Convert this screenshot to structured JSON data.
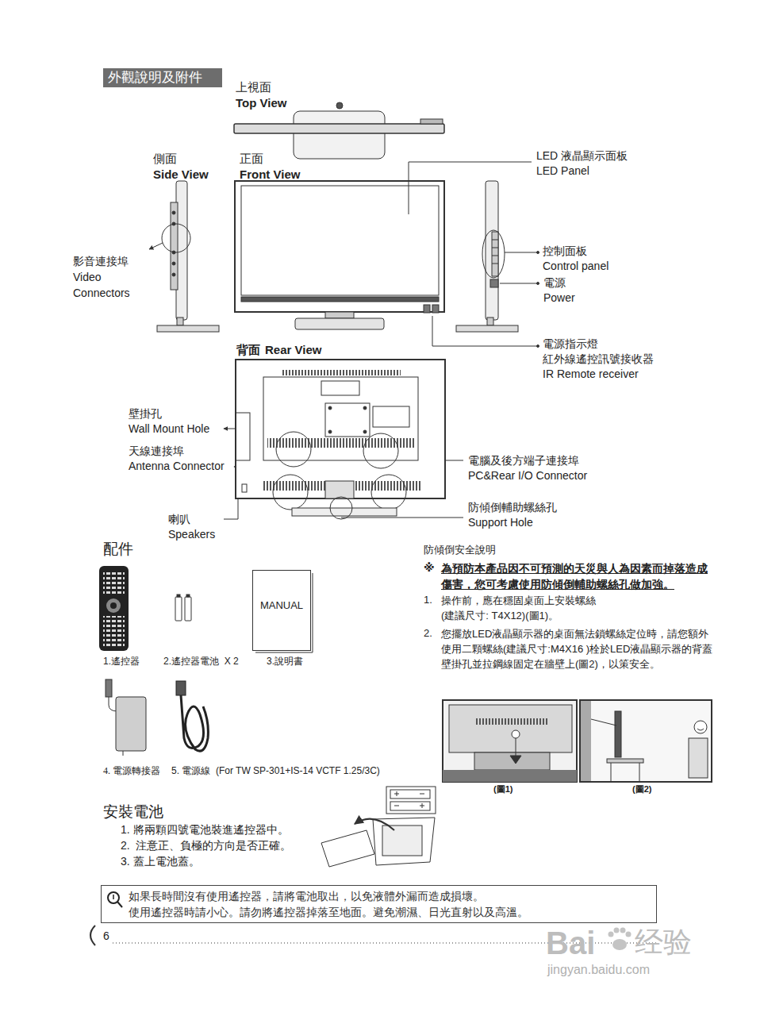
{
  "diagram": {
    "nodes": [
      {
        "text": [
          "外觀說明及附件"
        ]
      },
      {
        "text": [
          "MANUAL"
        ]
      },
      {
        "text": [
          "如果長時間沒有使用遙控器，請將電池取出，以免液體外漏而造成損壞。",
          "使用遙控器時請小心。請勿將遙控器掉落至地面。避免潮濕、日光直射以及高溫。"
        ]
      }
    ],
    "labels": [
      "上視面",
      "Top View",
      "側面",
      "Side View",
      "正面",
      "Front View",
      "LED 液晶顯示面板",
      "LED Panel",
      "影音連接埠",
      "Video Connectors",
      "控制面板",
      "Control panel",
      "電源",
      "Power",
      "電源指示燈",
      "紅外線遙控訊號接收器",
      "IR Remote receiver",
      "背面",
      "Rear View",
      "壁掛孔",
      "Wall Mount Hole",
      "天線連接埠",
      "Antenna Connector",
      "電腦及後方端子連接埠",
      "PC&Rear I/O Connector",
      "防傾倒輔助螺絲孔",
      "Support Hole",
      "喇叭",
      "Speakers",
      "配件",
      "1.遙控器",
      "2.遙控器電池  X 2",
      "3.說明書",
      "4. 電源轉接器",
      "5. 電源線  (For TW SP-301+IS-14 VCTF 1.25/3C)",
      "防傾倒安全說明",
      "※",
      "為預防本產品因不可預測的天災與人為因素而掉落造成傷害，您可考慮使用防傾倒輔助螺絲孔做加強。",
      "1.",
      "操作前，應在穩固桌面上安裝螺絲 (建議尺寸: T4X12)(圖1)。",
      "2.",
      "您擺放LED液晶顯示器的桌面無法鎖螺絲定位時，請您額外使用二顆螺絲(建議尺寸:M4X16 )栓於LED液晶顯示器的背蓋壁掛孔並拉鋼線固定在牆壁上(圖2)，以策安全。",
      "(圖1)",
      "(圖2)",
      "安裝電池",
      "1. 將兩顆四號電池裝進遙控器中。",
      "2.  注意正、負極的方向是否正確。",
      "3. 蓋上電池蓋。",
      "6",
      "Bai",
      "经验",
      "jingyan.baidu.com"
    ]
  }
}
